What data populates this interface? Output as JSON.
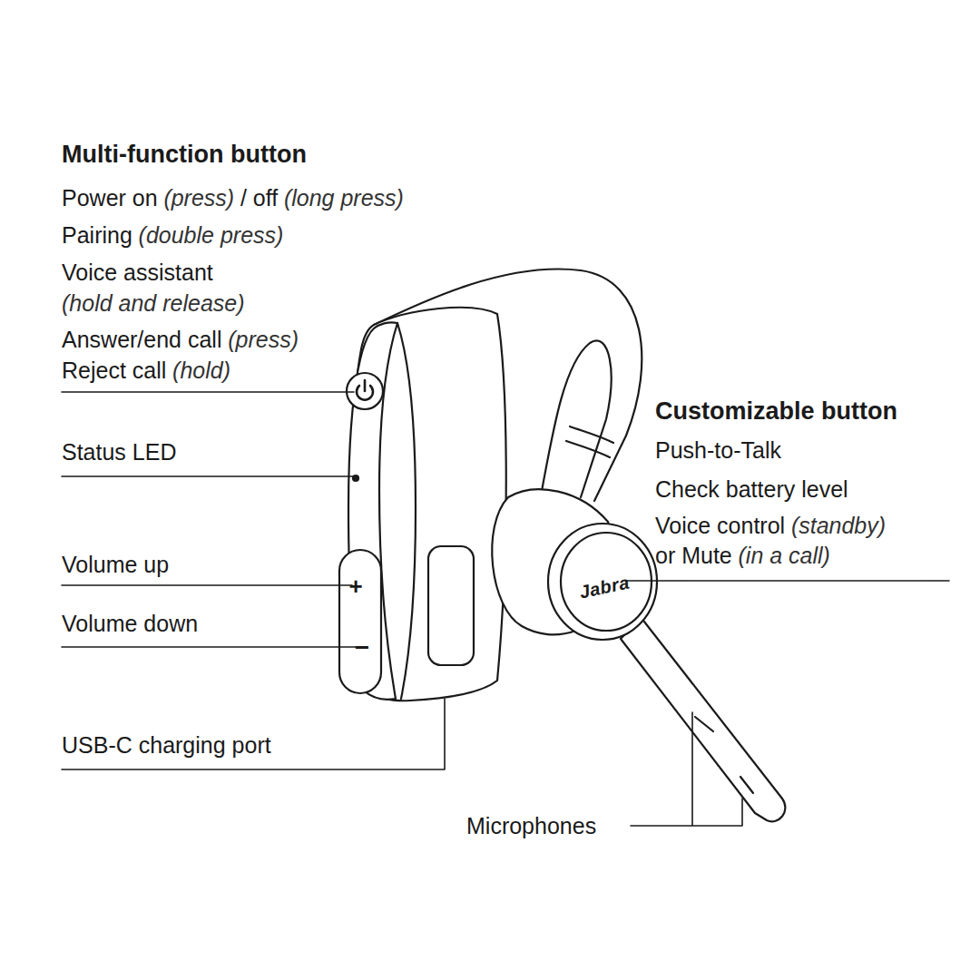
{
  "diagram": {
    "labels": [
      "Multi-function button",
      "Power on",
      "(press)",
      "/ off",
      "(long press)",
      "Pairing",
      "(double press)",
      "Voice assistant",
      "(hold and release)",
      "Answer/end call",
      "(press)",
      "Reject call",
      "(hold)",
      "Status LED",
      "Volume up",
      "Volume down",
      "USB-C charging port",
      "Customizable button",
      "Push-to-Talk",
      "Check battery level",
      "Voice control",
      "(standby)",
      "or Mute",
      "(in a call)",
      "Jabra",
      "+",
      "−",
      "Microphones"
    ]
  }
}
